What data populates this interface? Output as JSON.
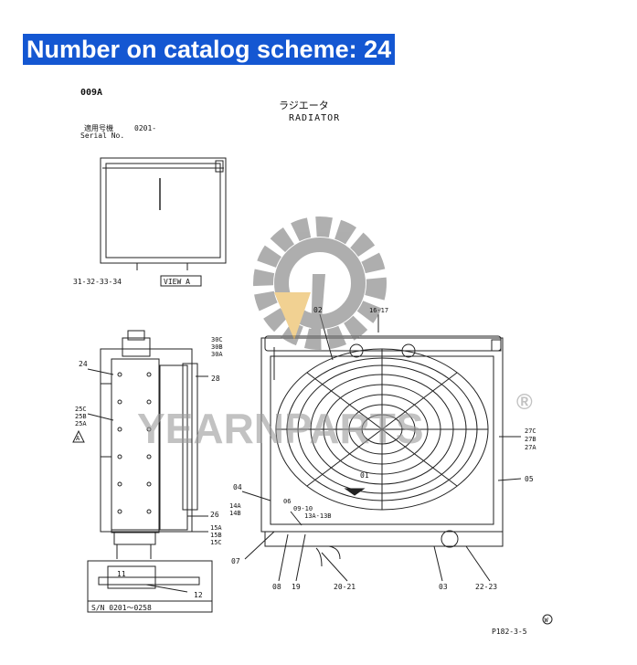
{
  "banner": {
    "text": "Number on catalog scheme: 24"
  },
  "header": {
    "code": "009A",
    "title_jp": "ラジエータ",
    "title_en": "RADIATOR",
    "serial_jp": "適用号機",
    "serial_value": "0201-",
    "serial_en": "Serial No."
  },
  "small_view": {
    "ref": "31-32-33-34",
    "view_label": "VIEW A"
  },
  "callouts": {
    "c24": "24",
    "c30c": "30C",
    "c30b": "30B",
    "c30a": "30A",
    "c28": "28",
    "c25c": "25C",
    "c25b": "25B",
    "c25a": "25A",
    "a_marker": "A",
    "c26": "26",
    "c15a": "15A",
    "c15b": "15B",
    "c15c": "15C",
    "c11": "11",
    "c12": "12",
    "sn_range": "S/N 0201～0258",
    "c02": "02",
    "c1617": "16-17",
    "c27c": "27C",
    "c27b": "27B",
    "c27a": "27A",
    "c05": "05",
    "c01": "01",
    "c04": "04",
    "c14a": "14A",
    "c14b": "14B",
    "c06": "06",
    "c0910": "09-10",
    "c13": "13A-13B",
    "c07": "07",
    "c08": "08",
    "c19": "19",
    "c2021": "20-21",
    "c03": "03",
    "c2223": "22-23"
  },
  "footer": {
    "page": "P182-3-5",
    "symbol": "W"
  },
  "watermark": {
    "text": "YEARNPARTS",
    "registered": "®"
  }
}
